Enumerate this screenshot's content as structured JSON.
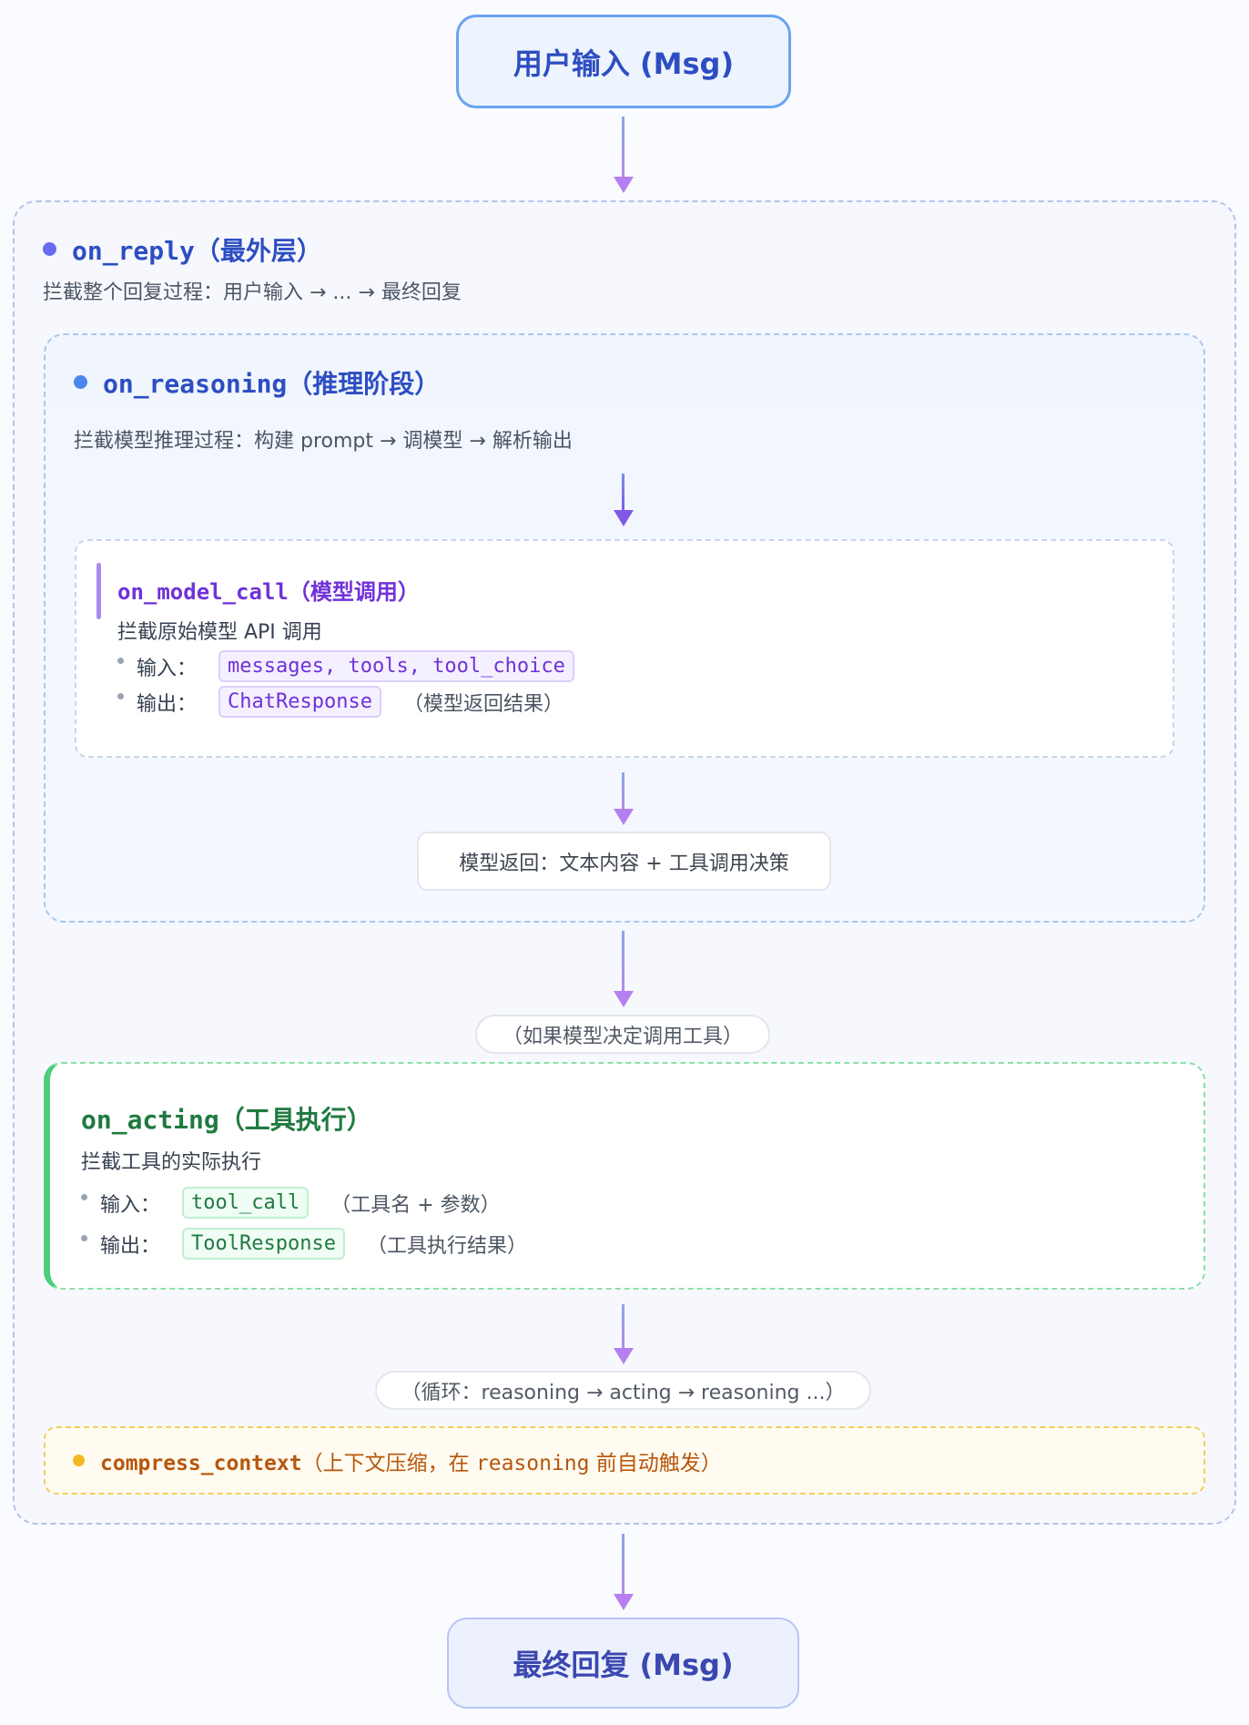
{
  "input_box": "用户输入 (Msg)",
  "output_box": "最终回复 (Msg)",
  "on_reply": {
    "name": "on_reply",
    "suffix": "（最外层）",
    "desc": "拦截整个回复过程：用户输入 → ... → 最终回复"
  },
  "on_reasoning": {
    "name": "on_reasoning",
    "suffix": "（推理阶段）",
    "desc": "拦截模型推理过程：构建 prompt → 调模型 → 解析输出",
    "result": "模型返回：文本内容 + 工具调用决策"
  },
  "on_model_call": {
    "name": "on_model_call",
    "suffix": "（模型调用）",
    "desc": "拦截原始模型 API 调用",
    "input_label": "输入：",
    "input_code": "messages, tools, tool_choice",
    "output_label": "输出：",
    "output_code": "ChatResponse",
    "output_note": "（模型返回结果）"
  },
  "tool_condition": "（如果模型决定调用工具）",
  "on_acting": {
    "name": "on_acting",
    "suffix": "（工具执行）",
    "desc": "拦截工具的实际执行",
    "input_label": "输入：",
    "input_code": "tool_call",
    "input_note": "（工具名 + 参数）",
    "output_label": "输出：",
    "output_code": "ToolResponse",
    "output_note": "（工具执行结果）"
  },
  "loop_note": "（循环：reasoning → acting → reasoning ...）",
  "compress": {
    "name": "compress_context",
    "text_a": "（上下文压缩，在 ",
    "code": "reasoning",
    "text_b": " 前自动触发）"
  },
  "colors": {
    "reply_accent": "#2d4ec2",
    "reasoning_accent": "#3b6fe0",
    "model_call_accent": "#7032d8",
    "acting_accent": "#1f7a40",
    "compress_accent": "#b8560b"
  }
}
